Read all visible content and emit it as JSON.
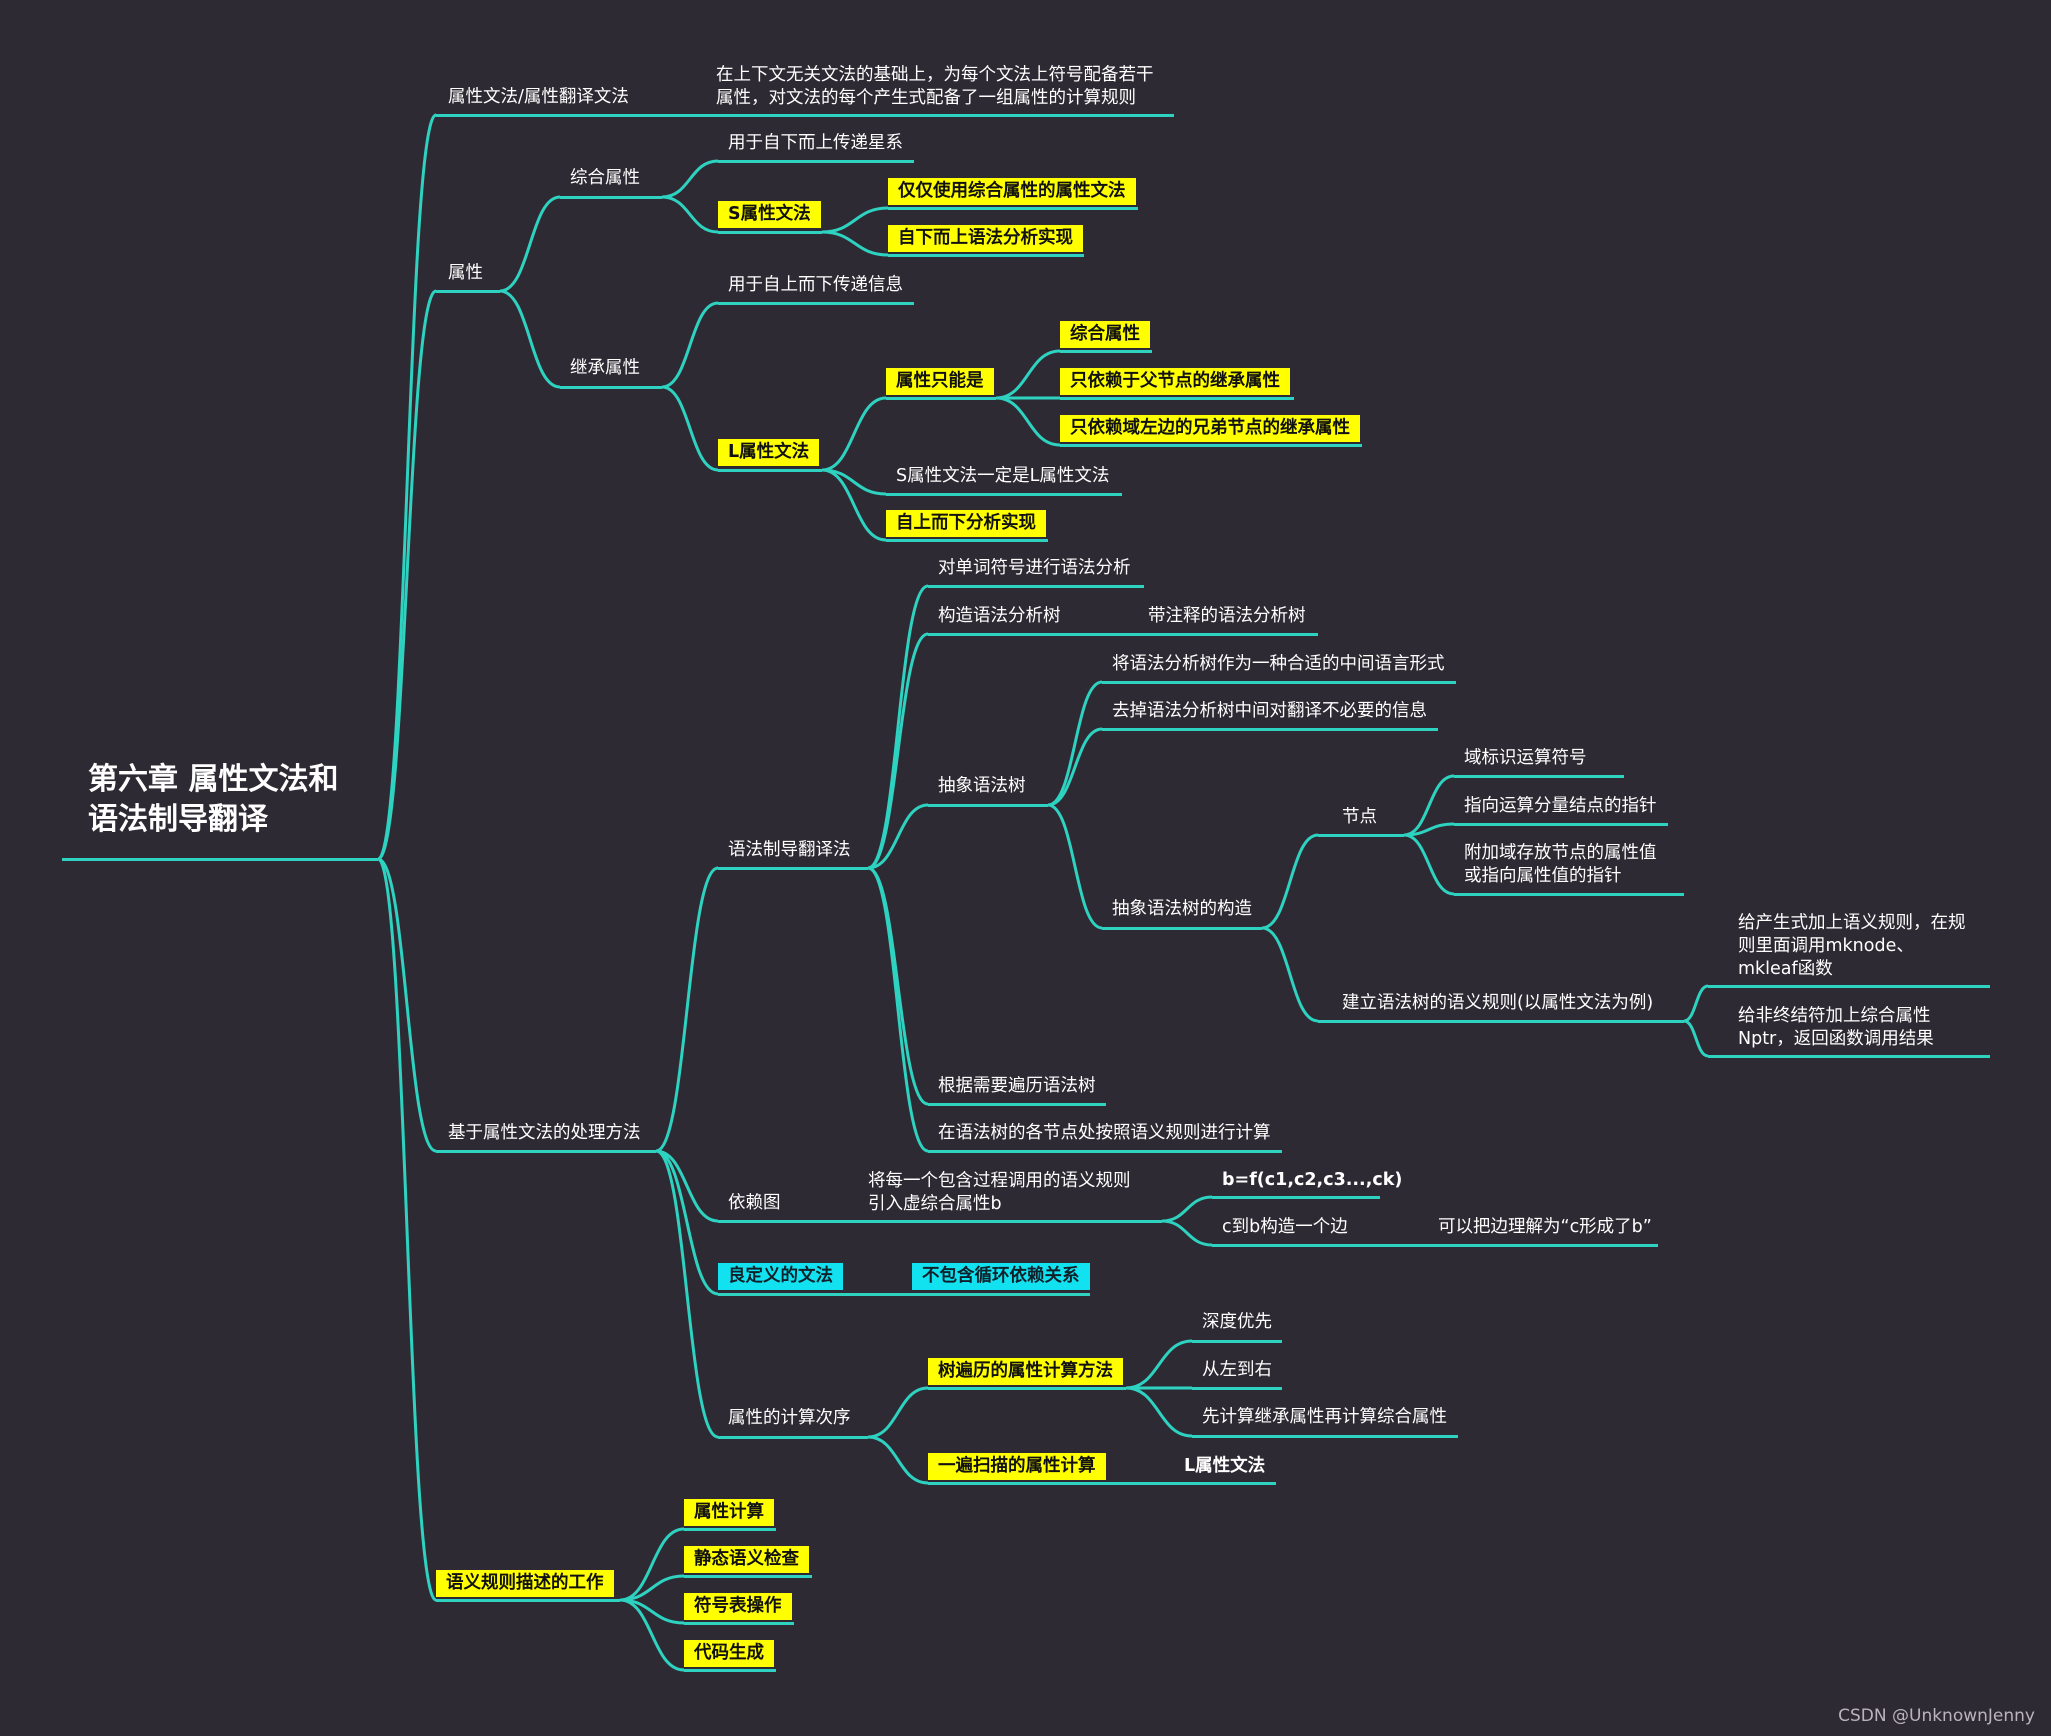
{
  "colors": {
    "background": "#2e2a33",
    "edge": "#2ed2c0",
    "highlight": "#ffff00",
    "highlight_cyan": "#12e2f0",
    "text": "#ffffff"
  },
  "credit": "CSDN @UnknownJenny",
  "nodes": {
    "root": "第六章 属性文法和\n语法制导翻译",
    "attr_grammar": "属性文法/属性翻译文法",
    "attr_grammar_def": "在上下文无关文法的基础上，为每个文法上符号配备若干\n属性，对文法的每个产生式配备了一组属性的计算规则",
    "attr": "属性",
    "synth_attr": "综合属性",
    "synth_up": "用于自下而上传递星系",
    "s_grammar": "S属性文法",
    "s_only": "仅仅使用综合属性的属性文法",
    "s_bottomup": "自下而上语法分析实现",
    "inh_attr": "继承属性",
    "inh_down": "用于自上而下传递信息",
    "l_grammar": "L属性文法",
    "attr_only": "属性只能是",
    "only_synth": "综合属性",
    "only_parent": "只依赖于父节点的继承属性",
    "only_left": "只依赖域左边的兄弟节点的继承属性",
    "s_is_l": "S属性文法一定是L属性文法",
    "l_topdown": "自上而下分析实现",
    "process": "基于属性文法的处理方法",
    "sdt": "语法制导翻译法",
    "parse_tokens": "对单词符号进行语法分析",
    "build_tree": "构造语法分析树",
    "annotated": "带注释的语法分析树",
    "ast": "抽象语法树",
    "ast_ir": "将语法分析树作为一种合适的中间语言形式",
    "ast_remove": "去掉语法分析树中间对翻译不必要的信息",
    "ast_build": "抽象语法树的构造",
    "node": "节点",
    "node_op": "域标识运算符号",
    "node_ptr": "指向运算分量结点的指针",
    "node_attr": "附加域存放节点的属性值\n或指向属性值的指针",
    "ast_rules": "建立语法树的语义规则(以属性文法为例)",
    "rule_mknode": "给产生式加上语义规则，在规\n则里面调用mknode、\nmkleaf函数",
    "rule_nptr": "给非终结符加上综合属性\nNptr，返回函数调用结果",
    "traverse": "根据需要遍历语法树",
    "compute": "在语法树的各节点处按照语义规则进行计算",
    "dep_graph": "依赖图",
    "dep_virtual": "将每一个包含过程调用的语义规则\n引入虚综合属性b",
    "dep_b": "b=f(c1,c2,c3...,ck)",
    "dep_edge": "c到b构造一个边",
    "dep_meaning": "可以把边理解为“c形成了b”",
    "well_defined": "良定义的文法",
    "no_cycle": "不包含循环依赖关系",
    "eval_order": "属性的计算次序",
    "tree_traversal": "树遍历的属性计算方法",
    "dfs": "深度优先",
    "left_right": "从左到右",
    "inh_first": "先计算继承属性再计算综合属性",
    "one_pass": "一遍扫描的属性计算",
    "l_attr": "L属性文法",
    "sem_work": "语义规则描述的工作",
    "work_compute": "属性计算",
    "work_check": "静态语义检查",
    "work_symtab": "符号表操作",
    "work_codegen": "代码生成"
  }
}
